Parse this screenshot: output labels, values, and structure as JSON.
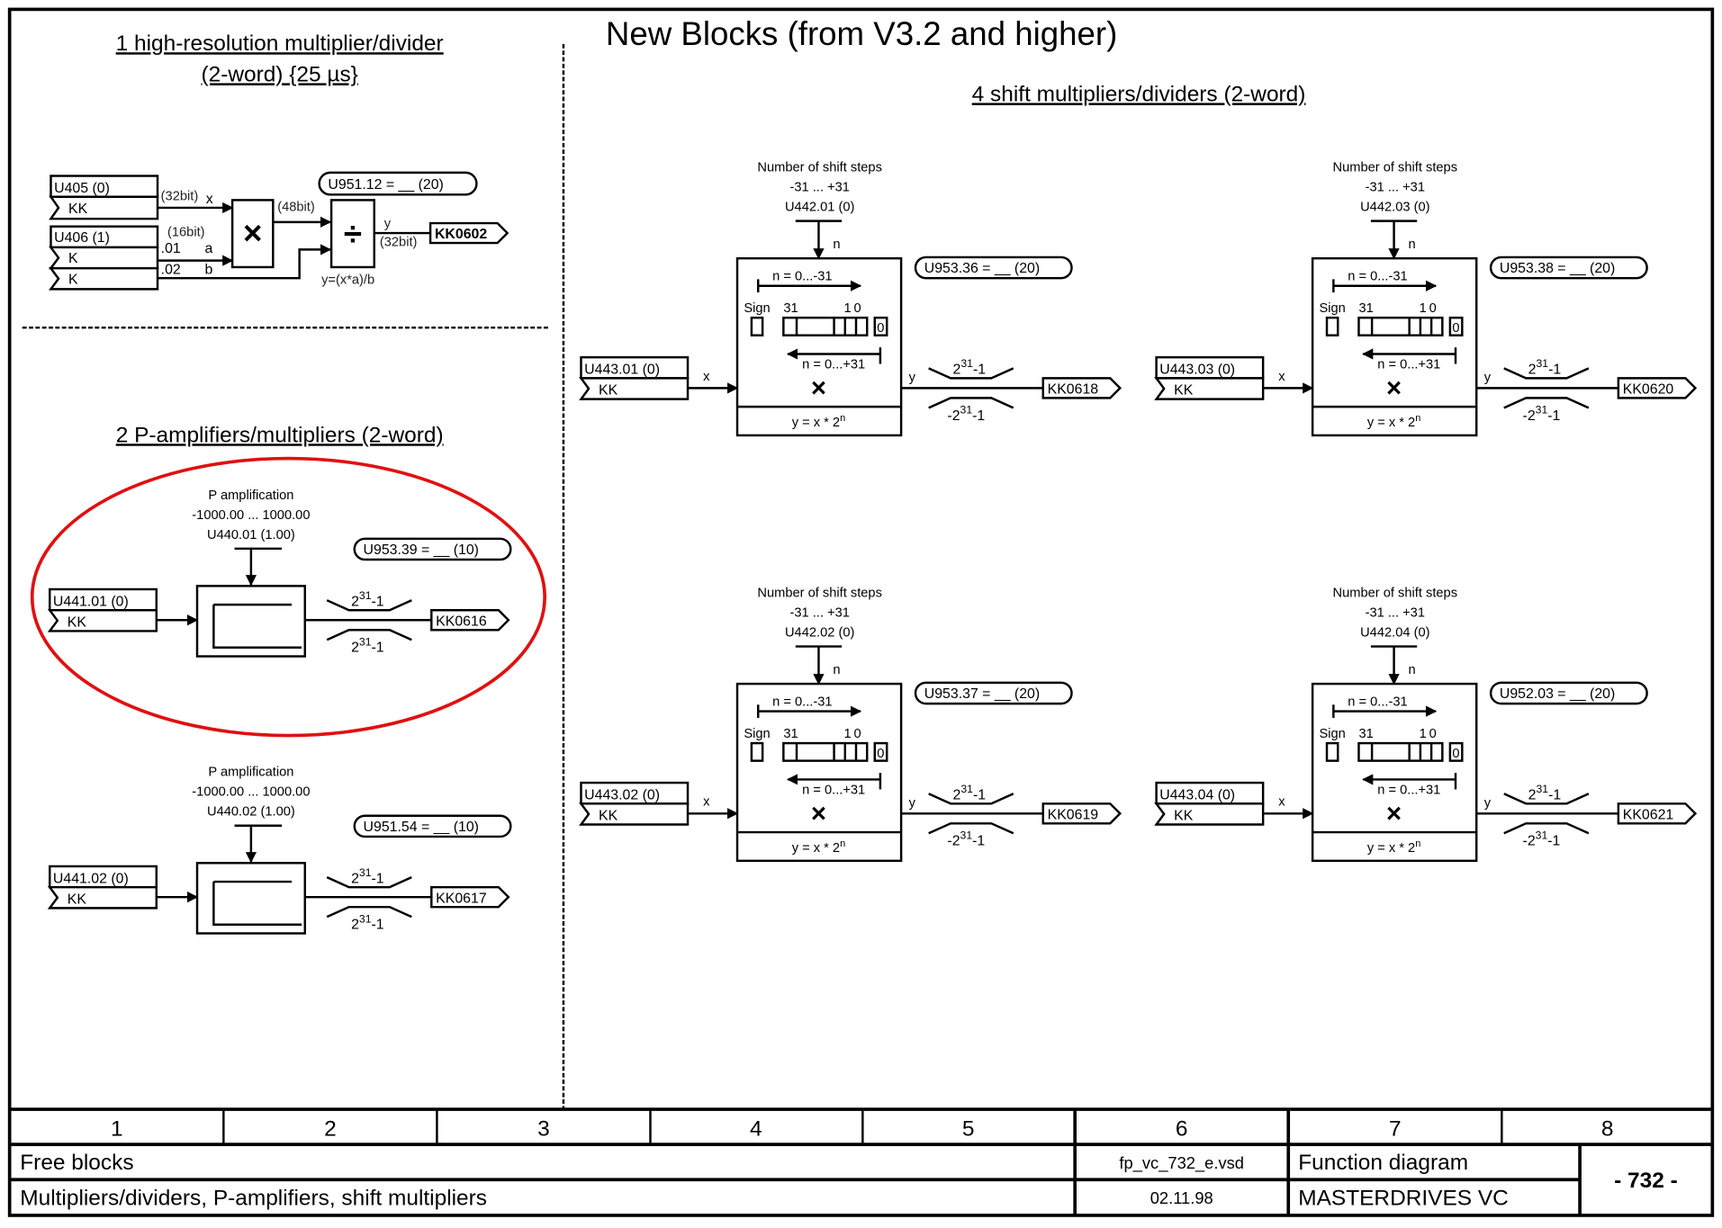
{
  "page": {
    "title": "New Blocks (from V3.2 and higher)"
  },
  "multiplier_divider": {
    "heading_line1": "1 high-resolution multiplier/divider",
    "heading_line2": "(2-word) {25 µs}",
    "input_x": {
      "param": "U405 (0)",
      "type": "KK"
    },
    "input_ab": {
      "param": "U406 (1)",
      "type_a": "K",
      "type_b": "K",
      "index_a": ".01",
      "index_b": ".02"
    },
    "label_x_bits": "(32bit)",
    "label_x": "x",
    "label_a_bits": "(16bit)",
    "label_a": "a",
    "label_b": "b",
    "label_48bit": "(48bit)",
    "mult_symbol": "×",
    "div_symbol": "÷",
    "label_y": "y",
    "label_y_bits": "(32bit)",
    "formula": "y=(x*a)/b",
    "sampling": "U951.12 = __  (20)",
    "output": "KK0602"
  },
  "p_amplifiers": {
    "heading": "2 P-amplifiers/multipliers (2-word)",
    "blocks": [
      {
        "gain_title": "P amplification",
        "gain_range": "-1000.00 ... 1000.00",
        "gain_param": "U440.01 (1.00)",
        "input_param": "U441.01 (0)",
        "input_type": "KK",
        "sampling": "U953.39 = __  (10)",
        "limit_upper": "2",
        "limit_upper_exp": "31",
        "limit_upper_suffix": "-1",
        "limit_lower": "2",
        "limit_lower_exp": "31",
        "limit_lower_suffix": "-1",
        "output": "KK0616",
        "highlighted": true
      },
      {
        "gain_title": "P amplification",
        "gain_range": "-1000.00 ... 1000.00",
        "gain_param": "U440.02 (1.00)",
        "input_param": "U441.02 (0)",
        "input_type": "KK",
        "sampling": "U951.54 = __  (10)",
        "limit_upper": "2",
        "limit_upper_exp": "31",
        "limit_upper_suffix": "-1",
        "limit_lower": "2",
        "limit_lower_exp": "31",
        "limit_lower_suffix": "-1",
        "output": "KK0617",
        "highlighted": false
      }
    ],
    "highlight_color": "#e01010"
  },
  "shift_multipliers": {
    "heading": "4 shift multipliers/dividers (2-word)",
    "common": {
      "steps_title": "Number of shift steps",
      "steps_range": "-31 ... +31",
      "n_label": "n",
      "shift_right": "n = 0...-31",
      "shift_left": "n = 0...+31",
      "sign_label": "Sign",
      "bit_31": "31",
      "bit_1": "1",
      "bit_0": "0",
      "zero_fill": "0",
      "mult_symbol": "×",
      "formula_prefix": "y = x * 2",
      "formula_exp": "n",
      "x_label": "x",
      "y_label": "y",
      "input_type": "KK",
      "limit_upper": "2",
      "limit_upper_exp": "31",
      "limit_upper_suffix": "-1",
      "limit_lower": "-2",
      "limit_lower_exp": "31",
      "limit_lower_suffix": "-1"
    },
    "blocks": [
      {
        "steps_param": "U442.01 (0)",
        "input_param": "U443.01 (0)",
        "sampling": "U953.36 = __  (20)",
        "output": "KK0618"
      },
      {
        "steps_param": "U442.03 (0)",
        "input_param": "U443.03 (0)",
        "sampling": "U953.38 = __  (20)",
        "output": "KK0620"
      },
      {
        "steps_param": "U442.02 (0)",
        "input_param": "U443.02 (0)",
        "sampling": "U953.37 = __  (20)",
        "output": "KK0619"
      },
      {
        "steps_param": "U442.04 (0)",
        "input_param": "U443.04 (0)",
        "sampling": "U952.03 = __  (20)",
        "output": "KK0621"
      }
    ]
  },
  "footer": {
    "columns": [
      "1",
      "2",
      "3",
      "4",
      "5",
      "6",
      "7",
      "8"
    ],
    "group": "Free blocks",
    "description": "Multipliers/dividers, P-amplifiers, shift multipliers",
    "file": "fp_vc_732_e.vsd",
    "date": "02.11.98",
    "doc_type": "Function diagram",
    "product": "MASTERDRIVES VC",
    "page_number": "- 732 -"
  }
}
